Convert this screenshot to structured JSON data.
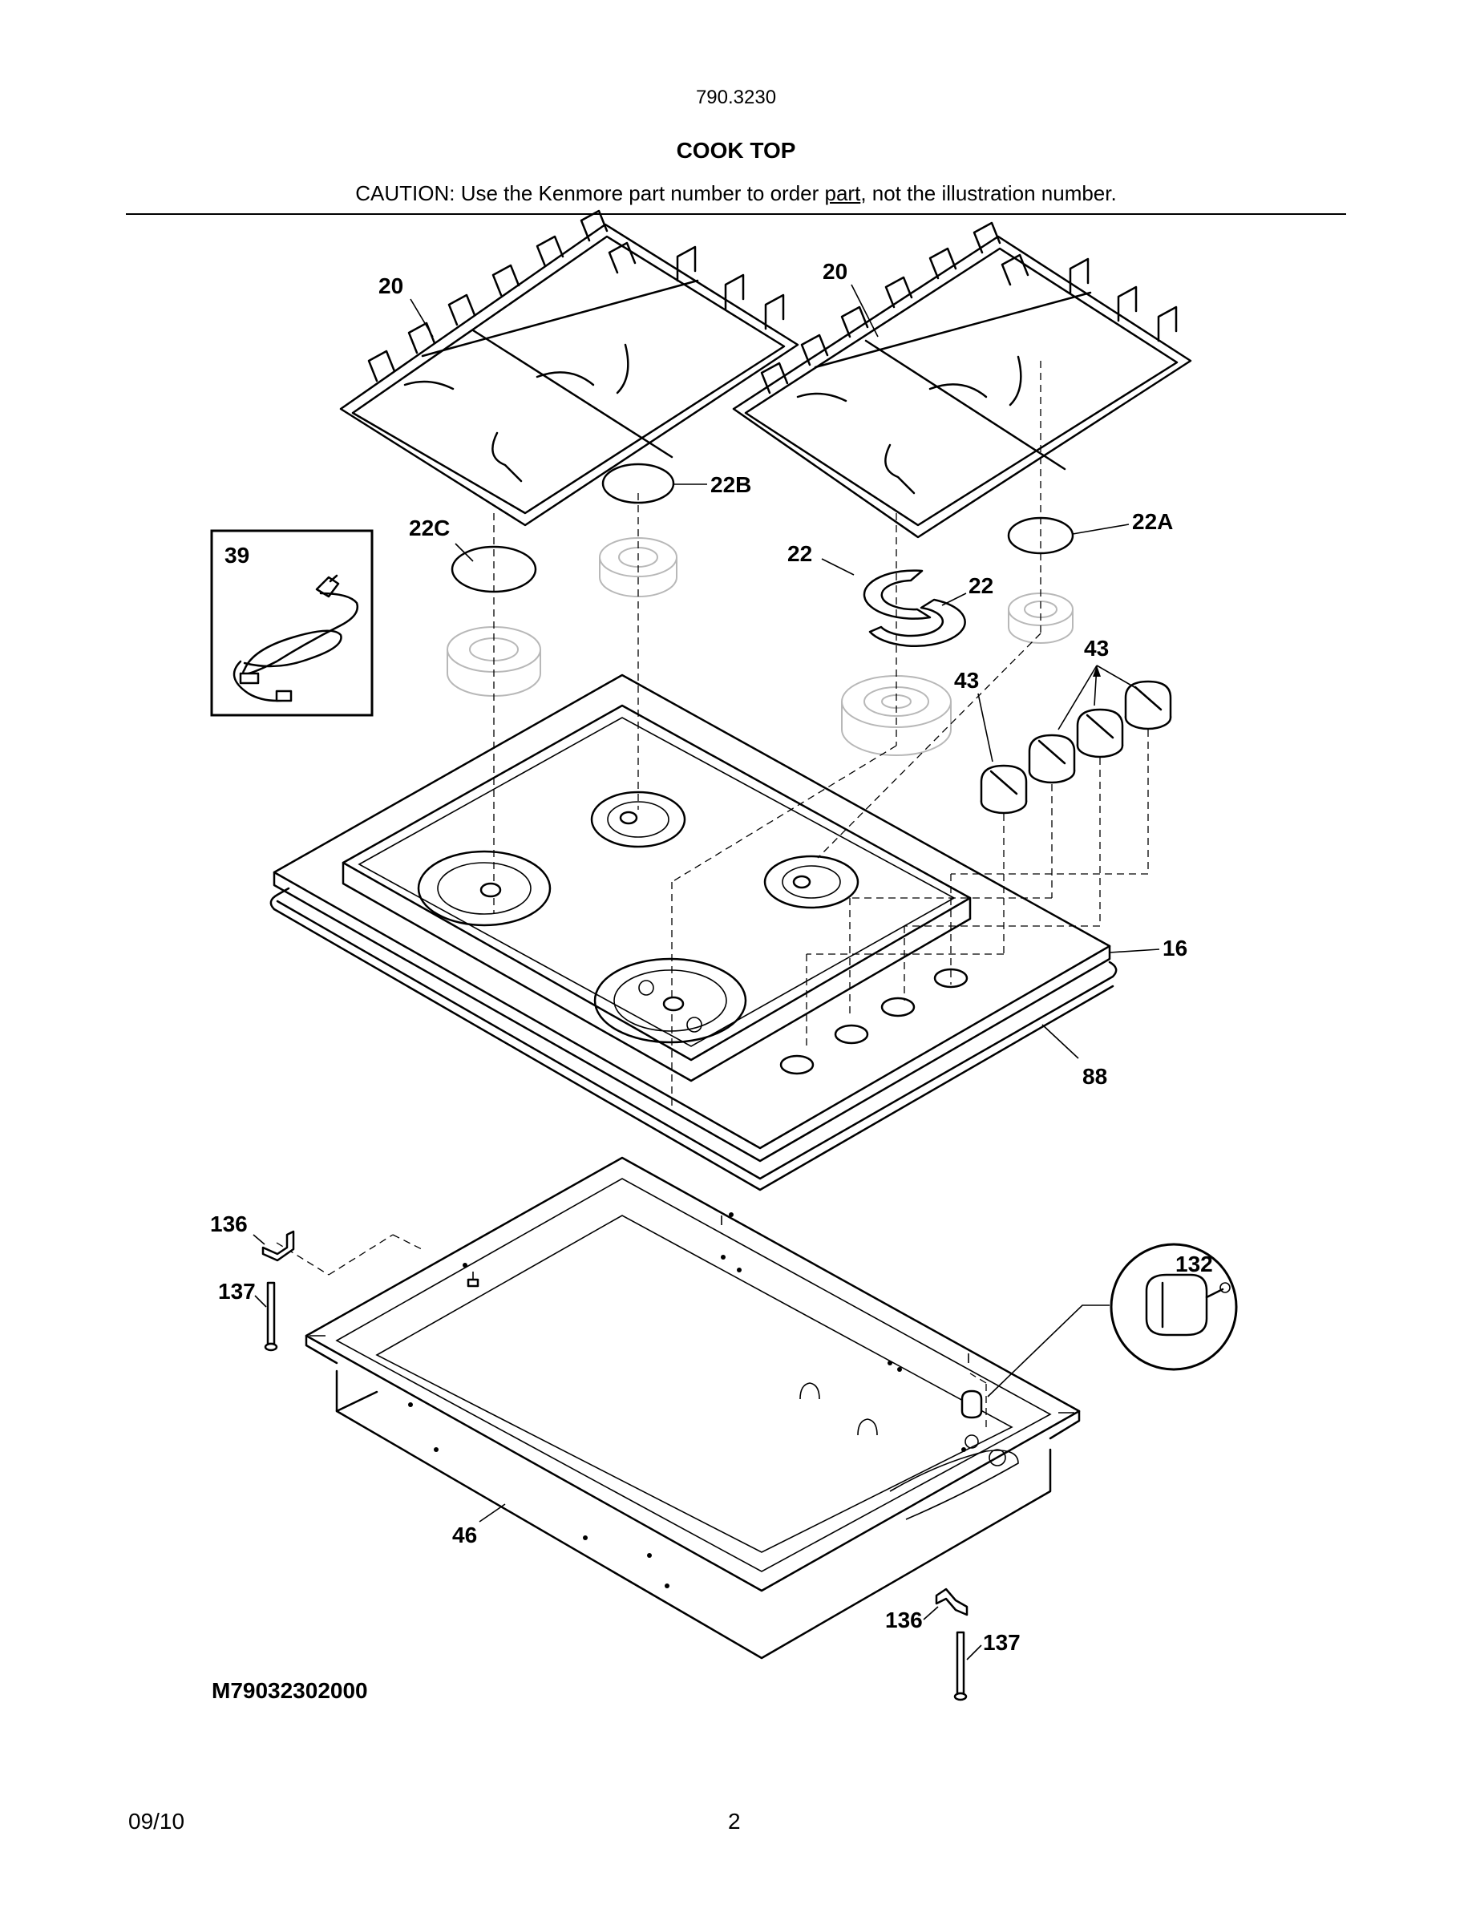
{
  "header": {
    "model": "790.3230",
    "title": "COOK TOP",
    "caution_prefix": "CAUTION: Use the Kenmore part number to order ",
    "caution_link": "part",
    "caution_suffix": ", not the illustration number."
  },
  "callouts": {
    "grate_left": "20",
    "grate_right": "20",
    "cap_22b": "22B",
    "cap_22c": "22C",
    "cap_22a": "22A",
    "ring_upper": "22",
    "ring_lower": "22",
    "cord": "39",
    "knob_left": "43",
    "knob_group": "43",
    "cooktop": "16",
    "gasket": "88",
    "bracket_left": "136",
    "screw_left": "137",
    "electrode": "132",
    "pan": "46",
    "bracket_right": "136",
    "screw_right": "137"
  },
  "diagram_code": "M79032302000",
  "footer": {
    "date": "09/10",
    "page": "2"
  }
}
